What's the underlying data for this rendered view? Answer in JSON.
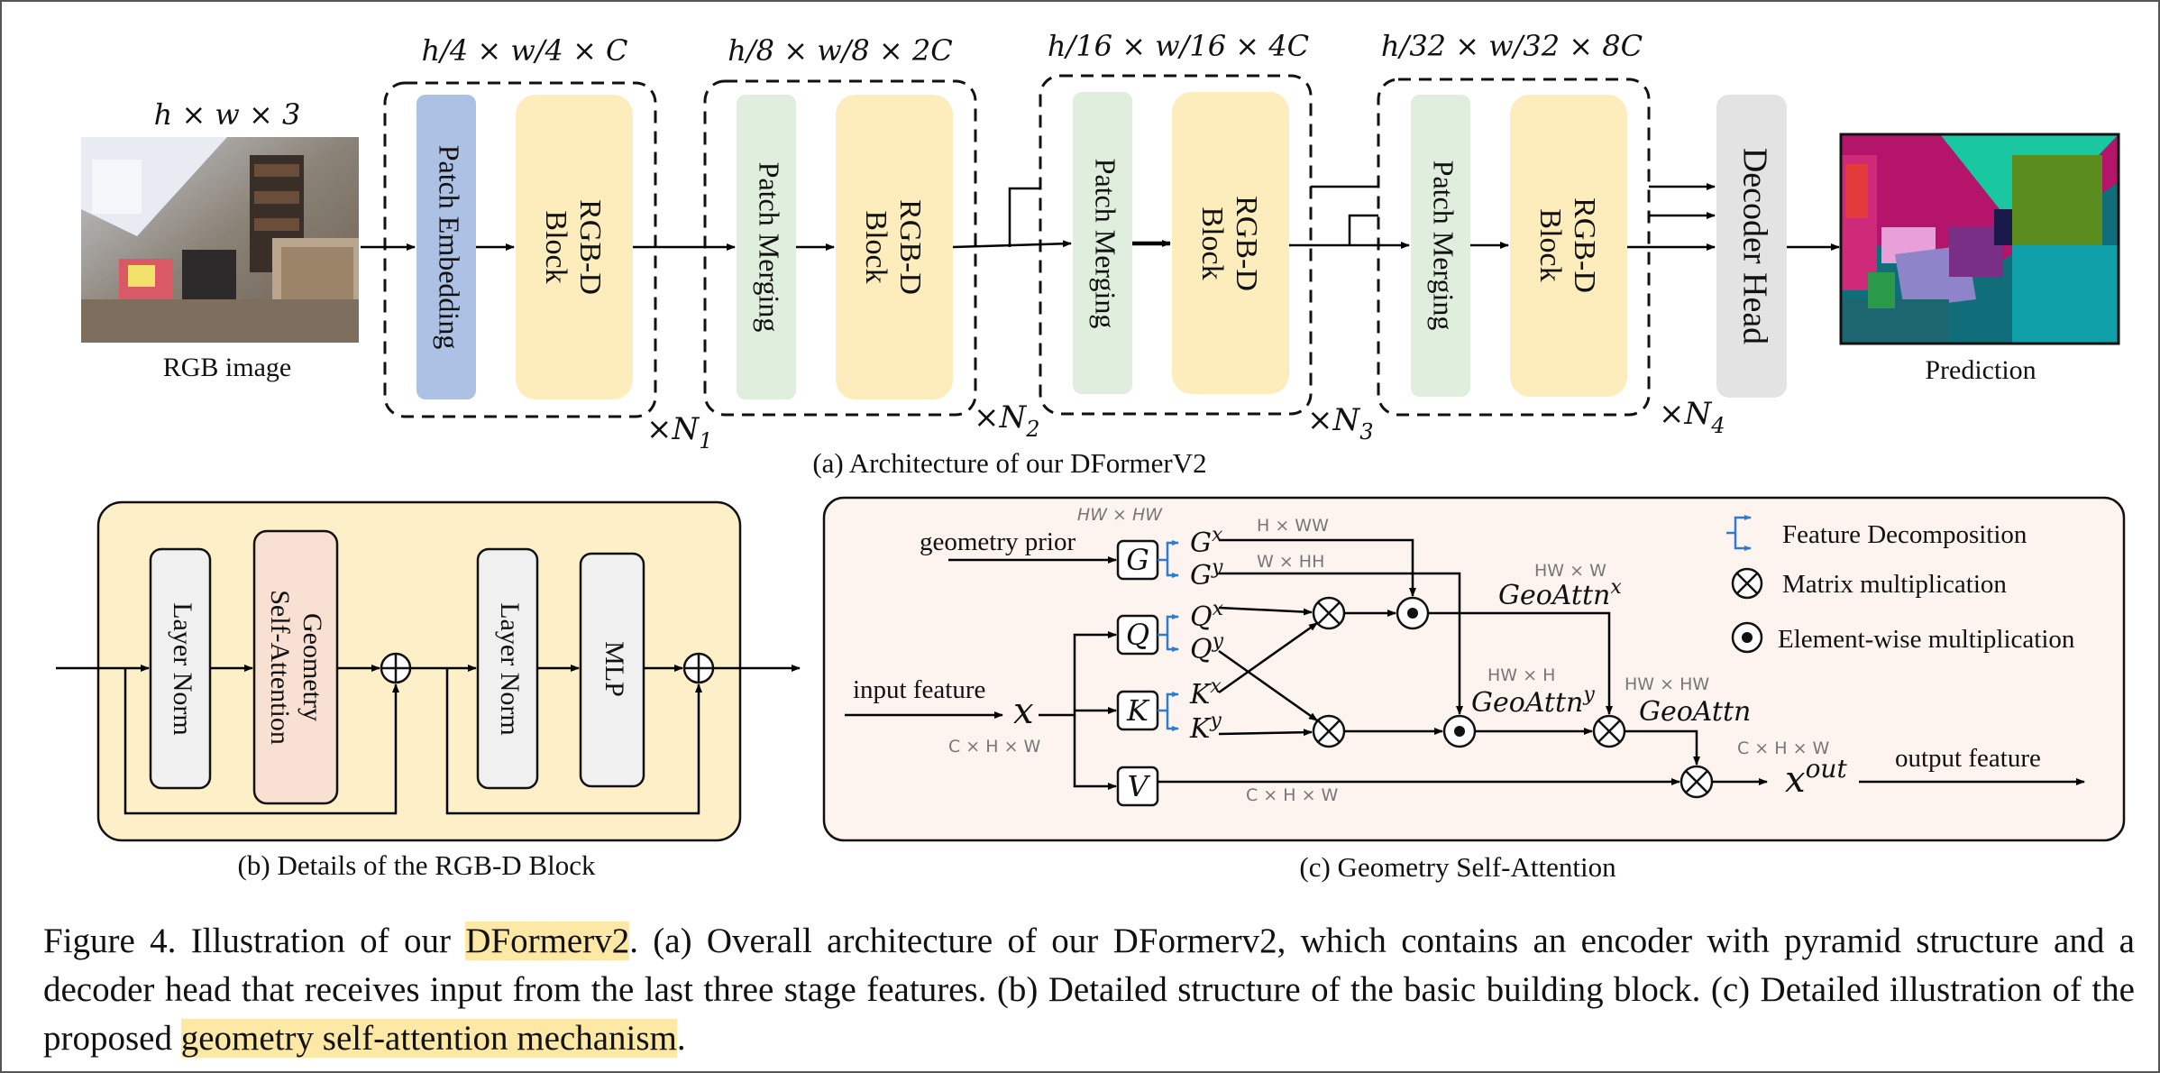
{
  "figure_a": {
    "input_dims": "h × w × 3",
    "input_label": "RGB image",
    "stage_dims": [
      "h/4 × w/4 × C",
      "h/8 × w/8 × 2C",
      "h/16 × w/16 × 4C",
      "h/32 × w/32 × 8C"
    ],
    "patch_embedding": "Patch Embedding",
    "patch_merging": "Patch Merging",
    "rgbd_block_line1": "RGB-D",
    "rgbd_block_line2": "Block",
    "repeat_labels": [
      "×N1",
      "×N2",
      "×N3",
      "×N4"
    ],
    "decoder_head": "Decoder Head",
    "prediction_label": "Prediction",
    "caption": "(a) Architecture of our DFormerV2"
  },
  "figure_b": {
    "layer_norm": "Layer Norm",
    "gsa_line1": "Geometry",
    "gsa_line2": "Self-Attention",
    "mlp": "MLP",
    "caption": "(b) Details of the RGB-D Block"
  },
  "figure_c": {
    "geometry_prior": "geometry prior",
    "input_feature": "input feature",
    "output_feature": "output feature",
    "G": "G",
    "Q": "Q",
    "K": "K",
    "V": "V",
    "x": "x",
    "Gx": "G",
    "Gy": "G",
    "Qx": "Q",
    "Qy": "Q",
    "Kx": "K",
    "Ky": "K",
    "sup_x": "x",
    "sup_y": "y",
    "geo_attn_x": "GeoAttn",
    "geo_attn_y": "GeoAttn",
    "geo_attn": "GeoAttn",
    "x_out": "x",
    "sup_out": "out",
    "dim_hwxhw": "HW × HW",
    "dim_hxww": "H × WW",
    "dim_wxhh": "W × HH",
    "dim_hwxw": "HW × W",
    "dim_hwxh": "HW × H",
    "dim_hwxhw2": "HW × HW",
    "dim_chw_in": "C × H × W",
    "dim_chw_v": "C × H × W",
    "dim_chw_out": "C × H × W",
    "legend_decomp": "Feature Decomposition",
    "legend_matmul": "Matrix multiplication",
    "legend_elemwise": "Element-wise multiplication",
    "caption": "(c) Geometry Self-Attention"
  },
  "caption": {
    "part1": "Figure 4.  Illustration of our ",
    "highlight1": "DFormerv2",
    "part2": ".  (a) Overall architecture of our DFormerv2, which contains an encoder with pyramid structure and a decoder head that receives input from the last three stage features.  (b) Detailed structure of the basic building block.  (c) Detailed illustration of the proposed ",
    "highlight2": "geometry self-attention mechanism",
    "part3": "."
  },
  "colors": {
    "blue_block": "#adc1e4",
    "green_block": "#dfeedd",
    "yellow_block": "#fdedbd",
    "gray_block": "#e3e3e3",
    "panel_b_bg": "#fdf0c9",
    "panel_c_bg": "#fdf3ef",
    "gsa_block": "#f8e0d3",
    "legend_blue": "#2e7bcf",
    "highlight": "#fde8a6"
  }
}
